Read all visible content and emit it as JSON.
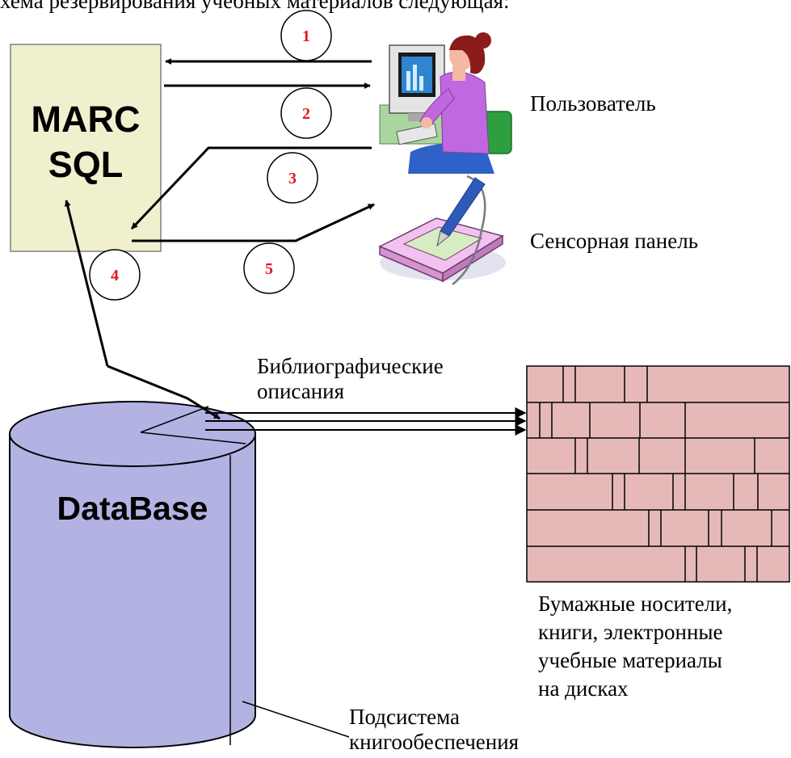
{
  "heading": "хема резервирования учебных материалов следующая:",
  "server": {
    "line1": "MARC",
    "line2": "SQL"
  },
  "database": {
    "label": "DataBase"
  },
  "steps": [
    "1",
    "2",
    "3",
    "4",
    "5"
  ],
  "labels": {
    "user": "Пользователь",
    "touch_panel": "Сенсорная панель",
    "bib_line1": "Библиографические",
    "bib_line2": "описания",
    "media_line1": "Бумажные носители,",
    "media_line2": "книги, электронные",
    "media_line3": "учебные материалы",
    "media_line4": "на дисках",
    "subsystem_line1": "Подсистема",
    "subsystem_line2": "книгообеспечения"
  },
  "colors": {
    "server_fill": "#f0f0cf",
    "database_fill": "#b3b3e3",
    "wall_fill": "#e6b9b8",
    "step_number": "#e8141c"
  },
  "icons": [
    "user-at-computer-icon",
    "touch-panel-icon"
  ]
}
